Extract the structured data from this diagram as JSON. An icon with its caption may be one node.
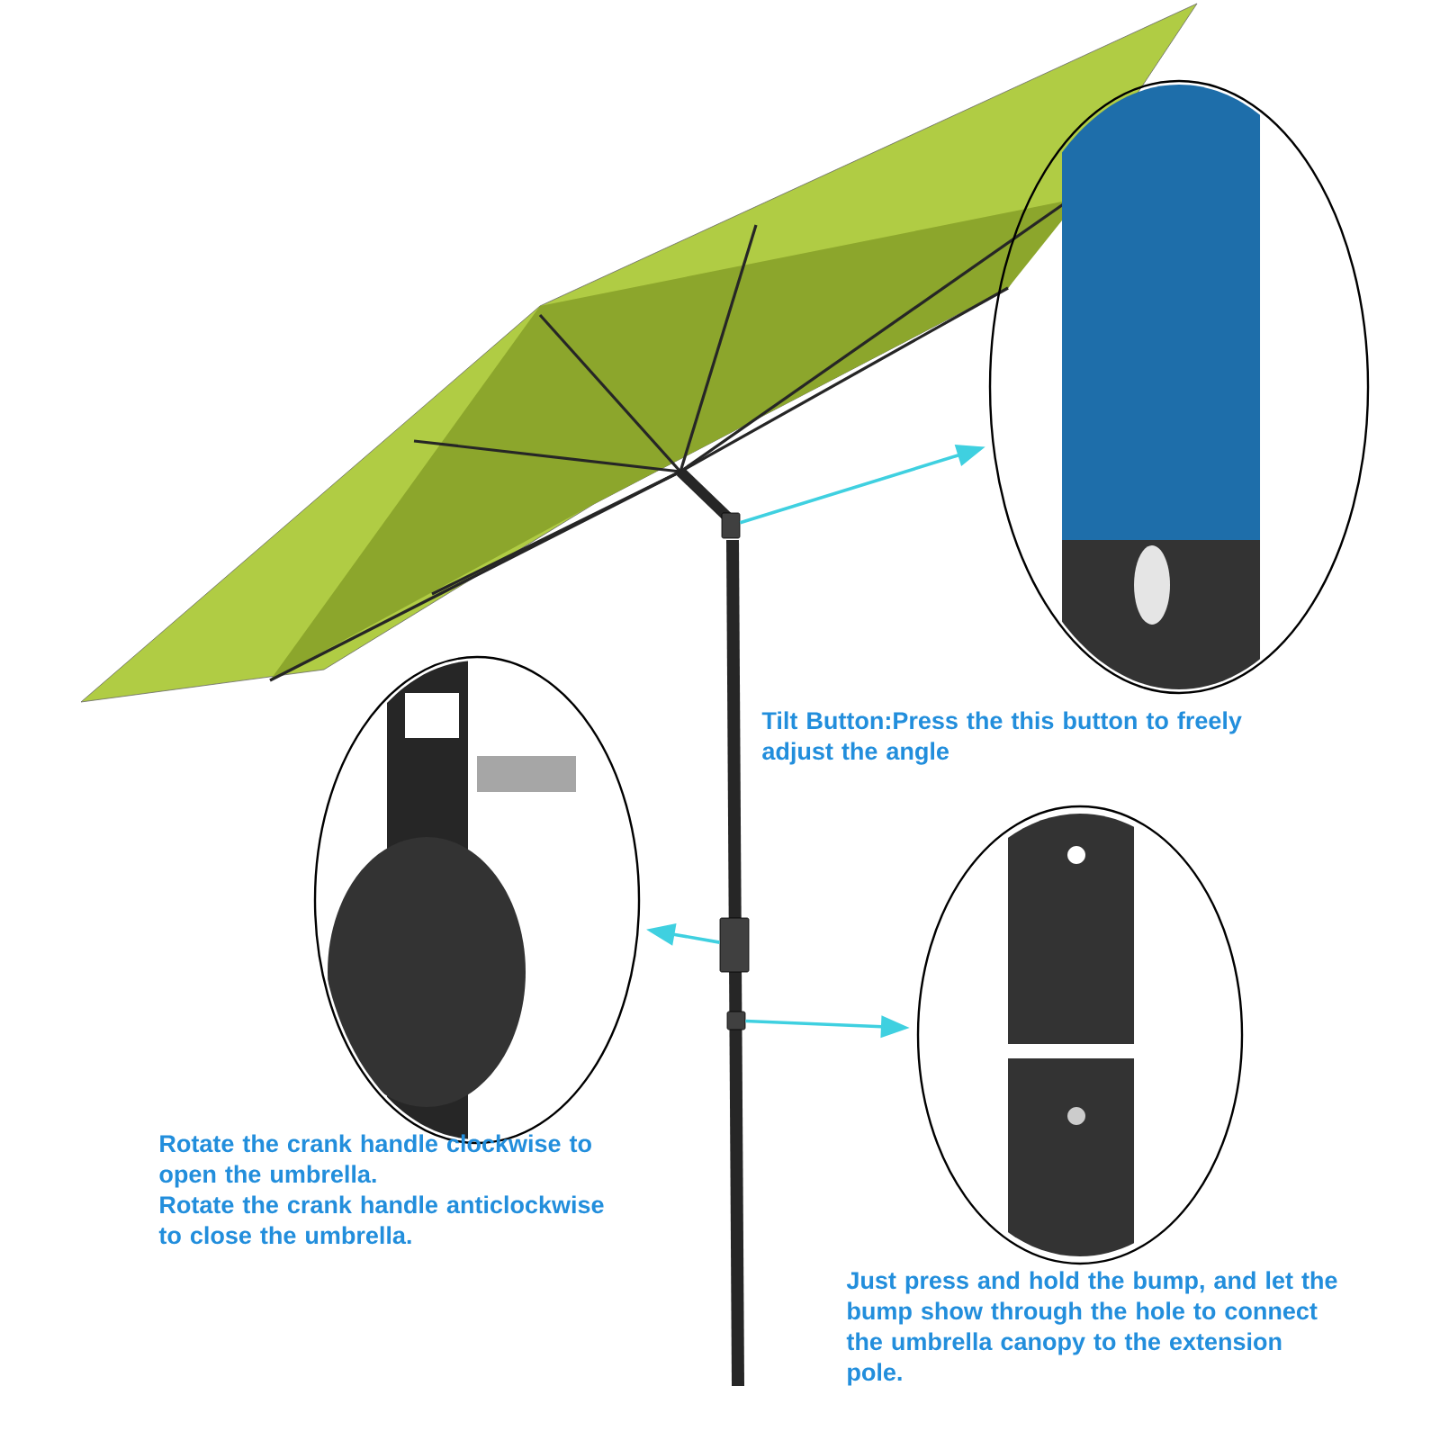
{
  "diagram": {
    "nodes": [
      {
        "text": [],
        "shape": "box"
      },
      {
        "text": [],
        "shape": "box"
      },
      {
        "text": [],
        "shape": "box"
      },
      {
        "text": [],
        "shape": "circle",
        "beside": [
          "Tilt Button:Press the this button to freely adjust the angle"
        ]
      },
      {
        "text": [],
        "shape": "circle",
        "beside": [
          "Rotate the crank handle clockwise to open the umbrella.",
          "Rotate the crank handle anticlockwise to close the umbrella."
        ]
      },
      {
        "text": [],
        "shape": "circle",
        "beside": [
          "Just press and hold the bump, and let the bump show through the hole to connect the umbrella canopy to the extension pole."
        ]
      }
    ],
    "edges": [
      {
        "from": 0,
        "to": 3,
        "arrow": "to"
      },
      {
        "from": 1,
        "to": 4,
        "arrow": "to"
      },
      {
        "from": 2,
        "to": 5,
        "arrow": "to"
      }
    ]
  }
}
